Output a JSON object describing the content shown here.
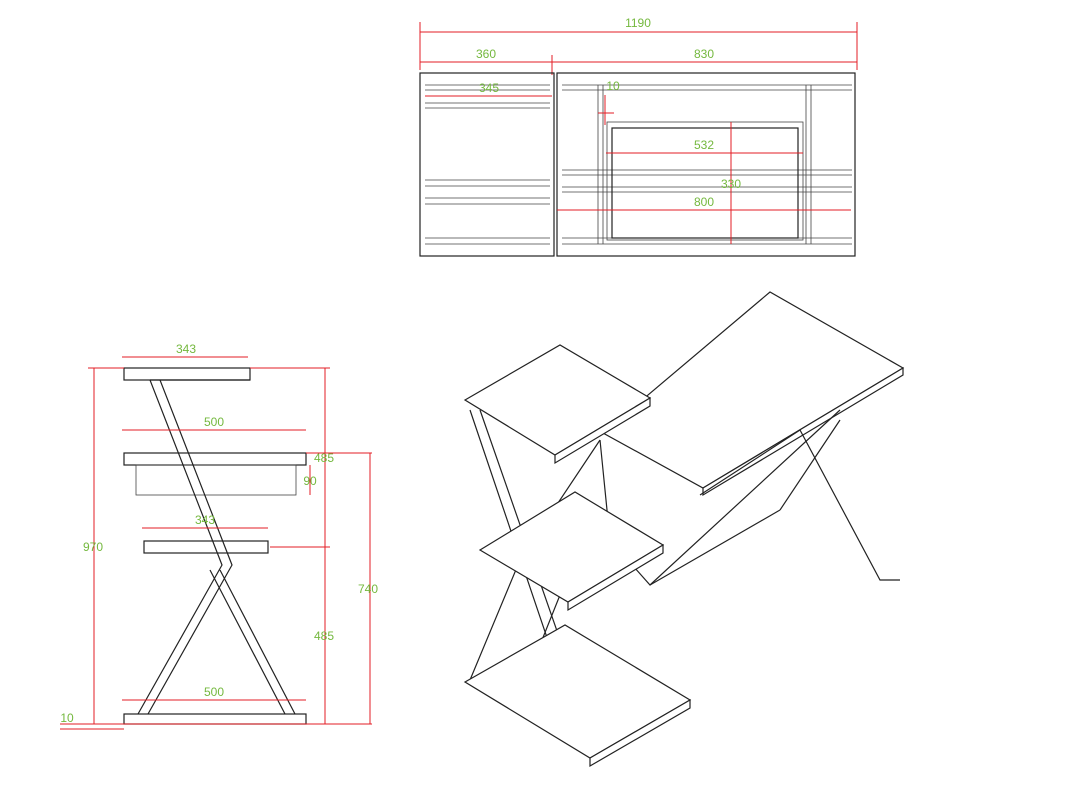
{
  "colors": {
    "dimension_line": "#e31e24",
    "dimension_text": "#74b83e",
    "outline": "#222222"
  },
  "top_view": {
    "overall_width": "1190",
    "left_section": "360",
    "right_section": "830",
    "shelf_inner": "345",
    "gap": "10",
    "tray_width": "532",
    "tray_depth": "330",
    "desk_inner": "800"
  },
  "side_view": {
    "top_shelf": "343",
    "desk_depth": "500",
    "upper_height": "485",
    "tray_height": "90",
    "mid_shelf": "343",
    "total_height": "970",
    "desk_height": "740",
    "lower_height": "485",
    "base_depth": "500",
    "foot": "10"
  }
}
